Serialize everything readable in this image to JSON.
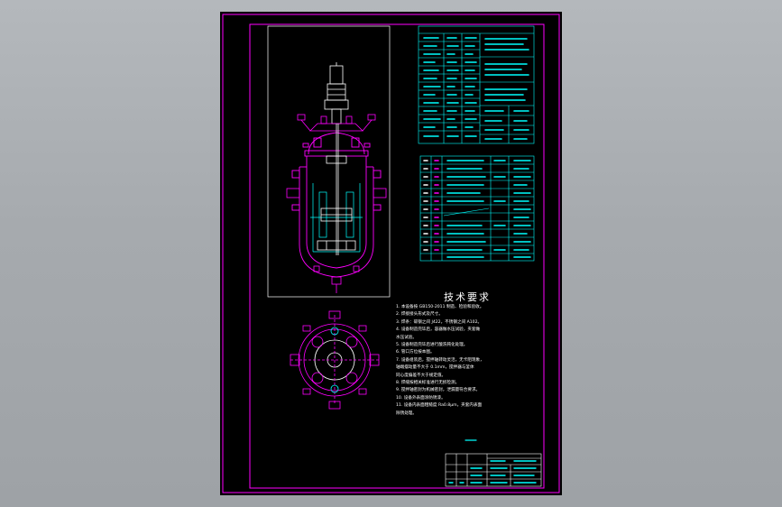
{
  "colors": {
    "background": "#a8acb0",
    "sheet": "#000000",
    "frame": "#ff00ff",
    "table": "#00ffff",
    "vessel": "#ff00ff",
    "agitator": "#ffffff",
    "text": "#ffffff"
  },
  "technical_requirements": {
    "title": "技术要求",
    "items": [
      "1. 本设备按 GB150-2011 制造、检验和验收。",
      "2. 焊接接头形式及尺寸。",
      "3. 焊条：碳钢之间 J422，不锈钢之间 A102。",
      "4. 设备制造完毕后，容器做水压试验，夹套做",
      "   水压试验。",
      "5. 设备制造完毕后进行酸洗钝化处理。",
      "6. 管口方位按本图。",
      "7. 设备组装后，搅拌轴转动灵活，无卡阻现象，",
      "   轴端摆动量不大于 0.1mm，搅拌器与釜体",
      "   同心度偏差不大于规定值。",
      "8. 焊缝按相关标准进行无损检测。",
      "9. 搅拌轴密封为机械密封，泄漏量符合要求。",
      "10. 设备外表面涂防锈漆。",
      "11. 设备内表面粗糙度 Ra0.8μm，夹套内表面",
      "    除锈处理。"
    ]
  }
}
